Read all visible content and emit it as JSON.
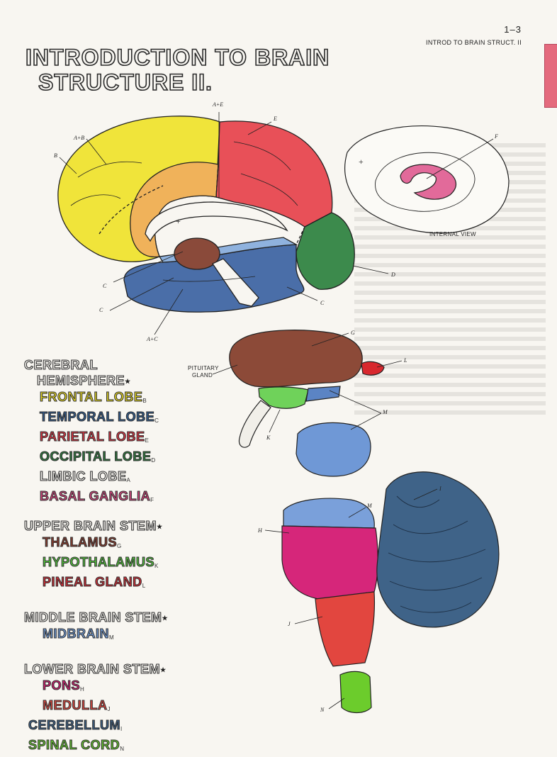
{
  "header": {
    "page_number": "1–3",
    "running_head": "INTROD TO BRAIN STRUCT. II"
  },
  "title": {
    "line1": "INTRODUCTION TO BRAIN",
    "line2": "STRUCTURE II."
  },
  "legend": {
    "cerebral": {
      "label1": "CEREBRAL",
      "label2": "HEMISPHERE",
      "star": "★"
    },
    "frontal": {
      "label": "FRONTAL LOBE",
      "sub": "B",
      "color": "#e7d81f"
    },
    "temporal": {
      "label": "TEMPORAL LOBE",
      "sub": "C",
      "color": "#2e5a8e"
    },
    "parietal": {
      "label": "PARIETAL LOBE",
      "sub": "E",
      "color": "#dd3340"
    },
    "occipital": {
      "label": "OCCIPITAL LOBE",
      "sub": "D",
      "color": "#2d7a3c"
    },
    "limbic": {
      "label": "LIMBIC LOBE",
      "sub": "A",
      "color": "#f8f6f1"
    },
    "basal": {
      "label": "BASAL GANGLIA",
      "sub": "F",
      "color": "#d6437d"
    },
    "upper": {
      "label": "UPPER BRAIN STEM",
      "star": "★"
    },
    "thalamus": {
      "label": "THALAMUS",
      "sub": "G",
      "color": "#8a3b2c"
    },
    "hypothalamus": {
      "label": "HYPOTHALAMUS",
      "sub": "K",
      "color": "#51c43a"
    },
    "pineal": {
      "label": "PINEAL GLAND",
      "sub": "L",
      "color": "#d02a33"
    },
    "middle": {
      "label": "MIDDLE BRAIN STEM",
      "star": "★"
    },
    "midbrain": {
      "label": "MIDBRAIN",
      "sub": "M",
      "color": "#6f9ad6"
    },
    "lower": {
      "label": "LOWER BRAIN STEM",
      "star": "★"
    },
    "pons": {
      "label": "PONS",
      "sub": "H",
      "color": "#d01d6e"
    },
    "medulla": {
      "label": "MEDULLA",
      "sub": "J",
      "color": "#e0443c"
    },
    "cerebellum": {
      "label": "CEREBELLUM",
      "sub": "I",
      "color": "#3a5e84"
    },
    "spinal": {
      "label": "SPINAL CORD",
      "sub": "N",
      "color": "#62c42c"
    }
  },
  "labels": {
    "internal_view": "INTERNAL VIEW",
    "pituitary": "PITUITARY",
    "gland": "GLAND",
    "a_e": "A+E",
    "a_b": "A+B",
    "b": "B",
    "e": "E",
    "f": "F",
    "c1": "C",
    "c2": "C",
    "c3": "C",
    "d": "D",
    "a_c": "A+C",
    "g": "G",
    "l": "L",
    "m1": "M",
    "k": "K",
    "i": "I",
    "m2": "M",
    "h": "H",
    "j": "J",
    "n": "N",
    "plus": "+"
  }
}
